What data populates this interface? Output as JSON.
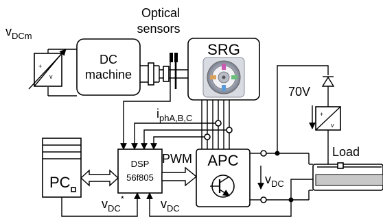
{
  "labels": {
    "vdcm_main": "v",
    "vdcm_sub": "DCm",
    "dc_machine_1": "DC",
    "dc_machine_2": "machine",
    "optical_1": "Optical",
    "optical_2": "sensors",
    "srg": "SRG",
    "voltage_70": "70V",
    "iph_main": "i",
    "iph_sub": "phA,B,C",
    "dsp_1": "DSP",
    "dsp_2": "56f805",
    "pwm": "PWM",
    "apc": "APC",
    "load": "Load",
    "pc": "PC",
    "vdc_main": "v",
    "vdc_sub": "DC",
    "vdc_ref_main": "v",
    "vdc_ref_sub": "DC",
    "vdc_ref_star": "*",
    "vdc_fb_main": "v",
    "vdc_fb_sub": "DC",
    "plus": "+",
    "v_small": "v"
  },
  "colors": {
    "line": "#000000",
    "load_fill": "#c8c8c8",
    "srg_fill": "#ffffff"
  }
}
